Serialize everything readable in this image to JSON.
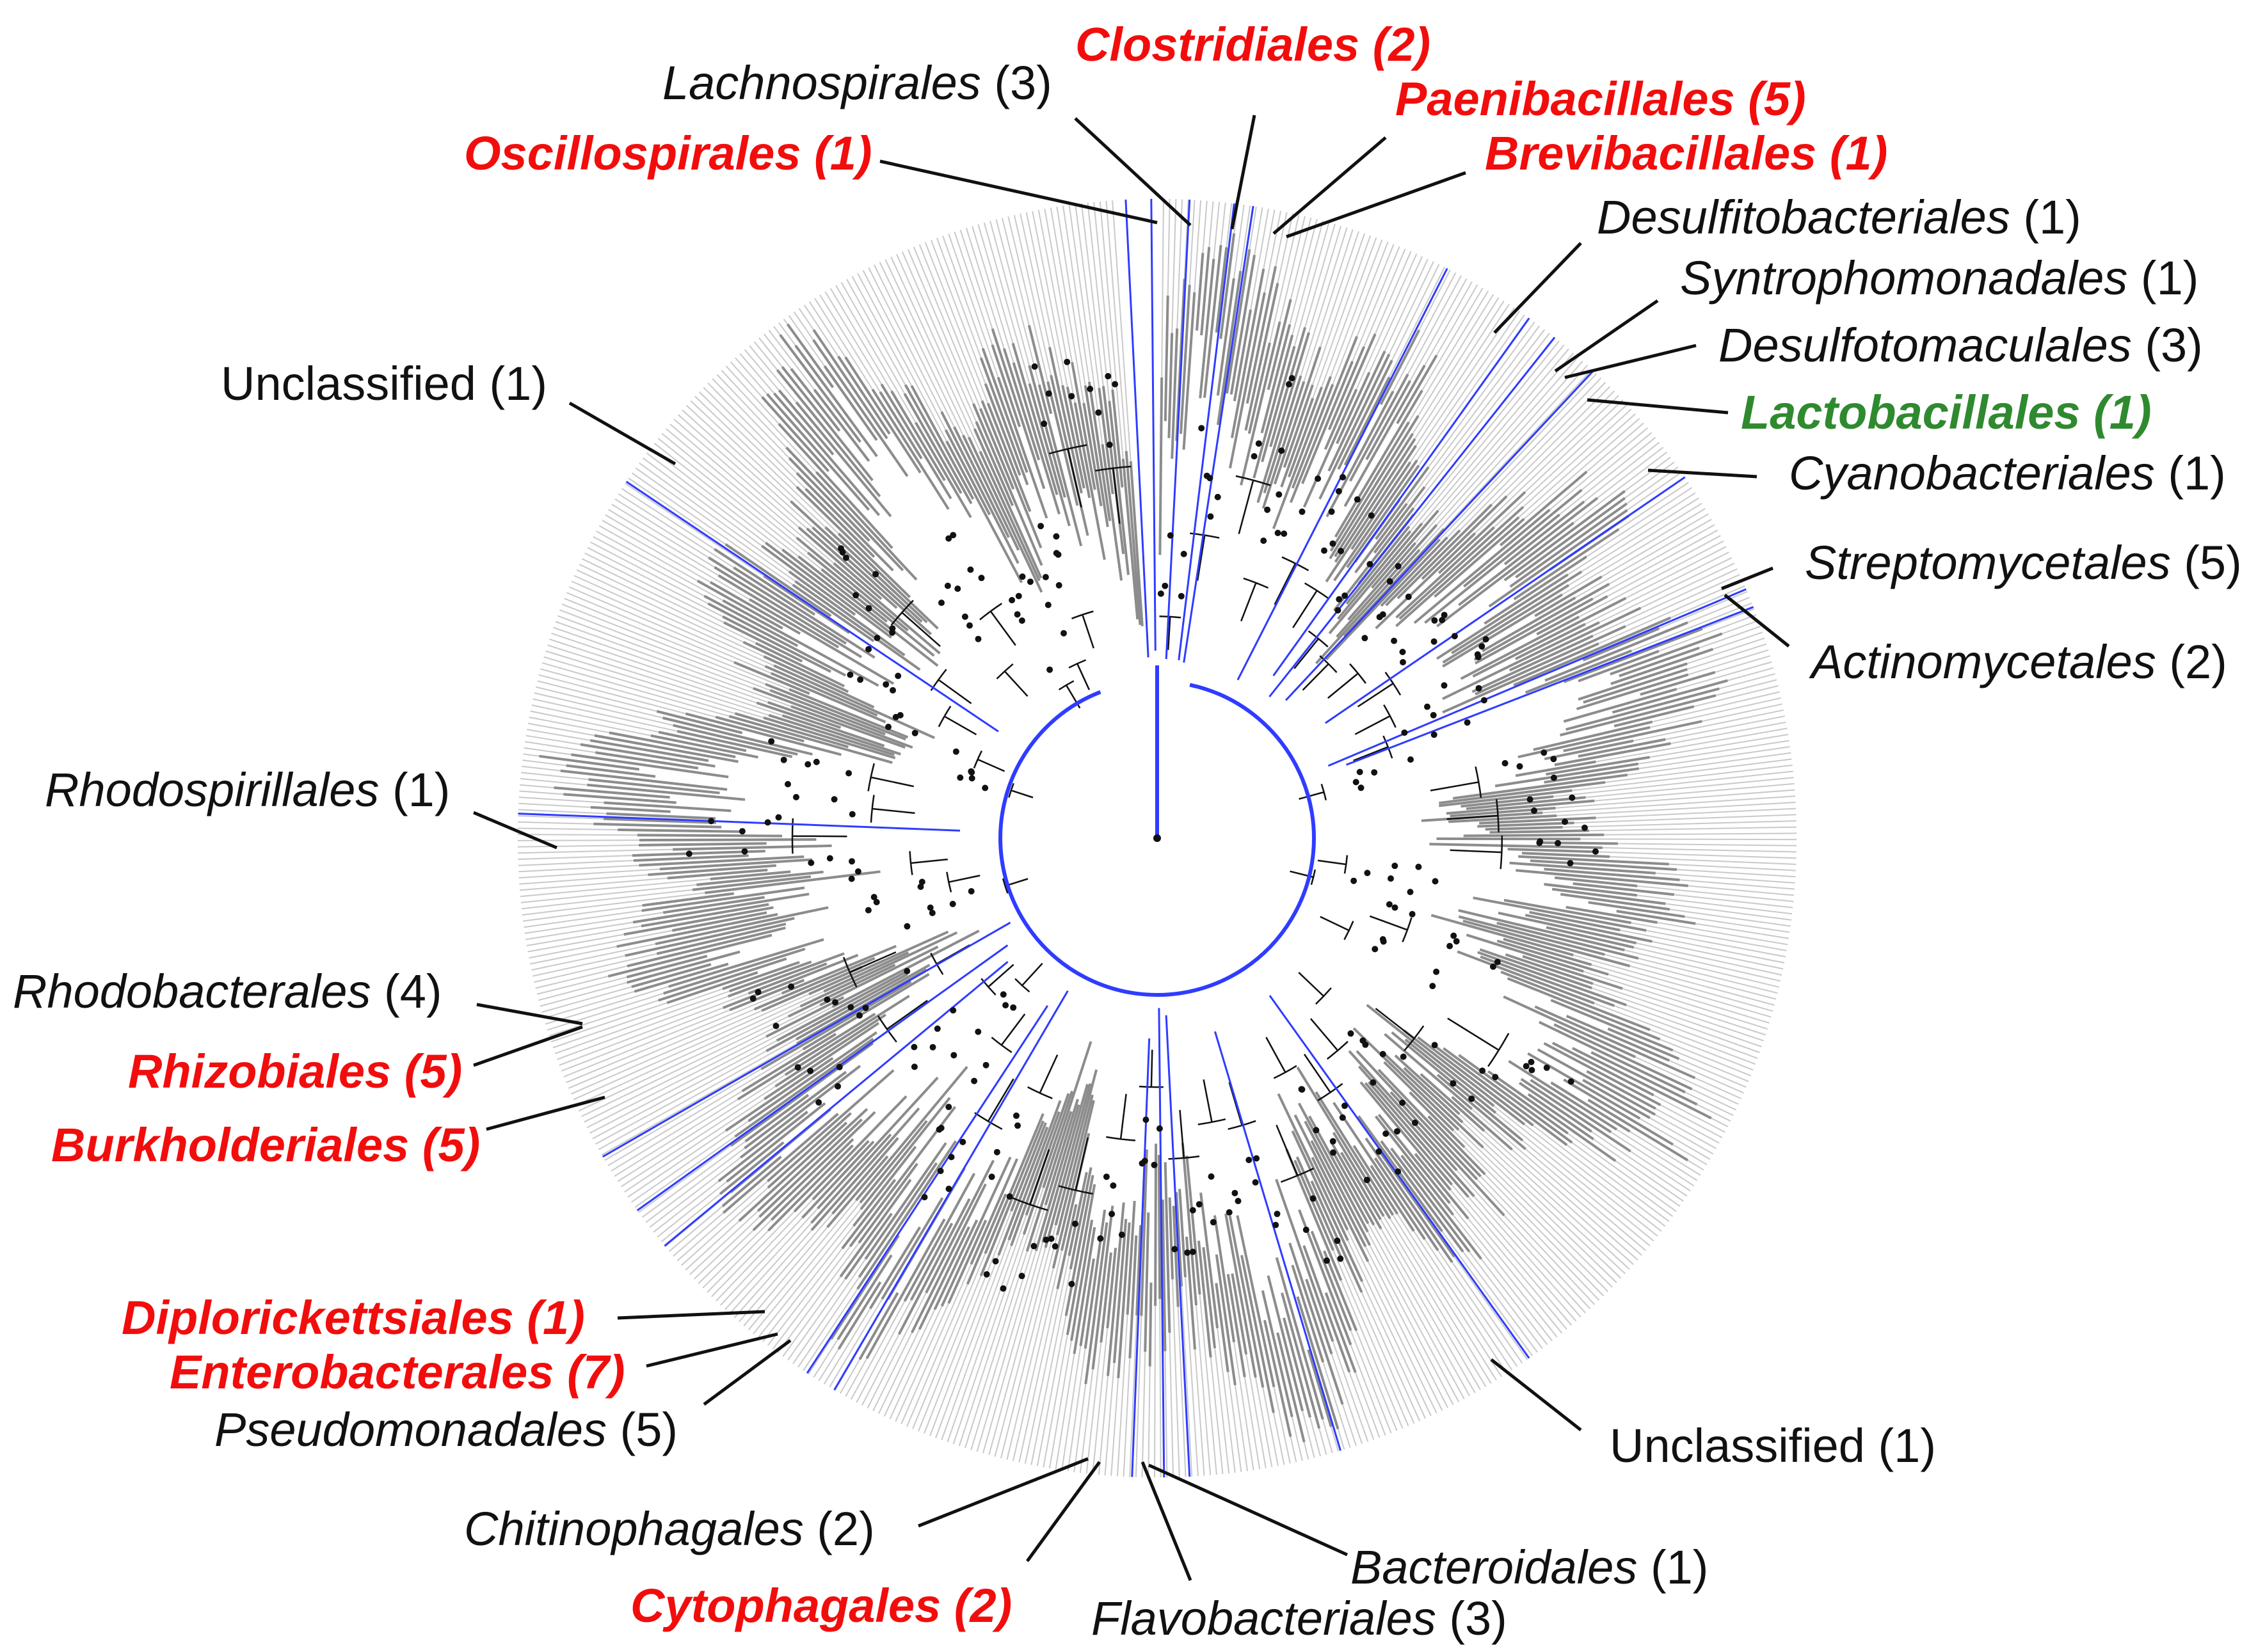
{
  "colors": {
    "highlight_red": "#f20d0d",
    "highlight_green": "#2f8a2f",
    "text_black": "#111111",
    "branch_highlight": "#2f3cff",
    "branch_grey": "#8c8c8c",
    "leaf_line_grey": "#c9c9c9"
  },
  "labels": [
    {
      "id": "lachnospirales",
      "name": "Lachnospirales",
      "count": "(3)",
      "style": "normal"
    },
    {
      "id": "clostridiales",
      "name": "Clostridiales",
      "count": "(2)",
      "style": "red"
    },
    {
      "id": "paenibacillales",
      "name": "Paenibacillales",
      "count": "(5)",
      "style": "red"
    },
    {
      "id": "oscillospirales",
      "name": "Oscillospirales",
      "count": "(1)",
      "style": "red"
    },
    {
      "id": "brevibacillales",
      "name": "Brevibacillales",
      "count": "(1)",
      "style": "red"
    },
    {
      "id": "desulfitobacteriales",
      "name": "Desulfitobacteriales",
      "count": "(1)",
      "style": "normal"
    },
    {
      "id": "syntrophomonadales",
      "name": "Syntrophomonadales",
      "count": "(1)",
      "style": "normal"
    },
    {
      "id": "desulfotomaculales",
      "name": "Desulfotomaculales",
      "count": "(3)",
      "style": "normal"
    },
    {
      "id": "lactobacillales",
      "name": "Lactobacillales",
      "count": "(1)",
      "style": "green"
    },
    {
      "id": "cyanobacteriales",
      "name": "Cyanobacteriales",
      "count": "(1)",
      "style": "normal"
    },
    {
      "id": "streptomycetales",
      "name": "Streptomycetales",
      "count": "(5)",
      "style": "normal"
    },
    {
      "id": "actinomycetales",
      "name": "Actinomycetales",
      "count": "(2)",
      "style": "normal"
    },
    {
      "id": "unclassified-top",
      "name": "Unclassified",
      "count": "(1)",
      "style": "upright"
    },
    {
      "id": "rhodospirillales",
      "name": "Rhodospirillales",
      "count": "(1)",
      "style": "normal"
    },
    {
      "id": "rhodobacterales",
      "name": "Rhodobacterales",
      "count": "(4)",
      "style": "normal"
    },
    {
      "id": "rhizobiales",
      "name": "Rhizobiales",
      "count": "(5)",
      "style": "red"
    },
    {
      "id": "burkholderiales",
      "name": "Burkholderiales",
      "count": "(5)",
      "style": "red"
    },
    {
      "id": "diplorickettsiales",
      "name": "Diplorickettsiales",
      "count": "(1)",
      "style": "red"
    },
    {
      "id": "enterobacterales",
      "name": "Enterobacterales",
      "count": "(7)",
      "style": "red"
    },
    {
      "id": "pseudomonadales",
      "name": "Pseudomonadales",
      "count": "(5)",
      "style": "normal"
    },
    {
      "id": "unclassified-bottom",
      "name": "Unclassified",
      "count": "(1)",
      "style": "upright"
    },
    {
      "id": "chitinophagales",
      "name": "Chitinophagales",
      "count": "(2)",
      "style": "normal"
    },
    {
      "id": "bacteroidales",
      "name": "Bacteroidales",
      "count": "(1)",
      "style": "normal"
    },
    {
      "id": "cytophagales",
      "name": "Cytophagales",
      "count": "(2)",
      "style": "red"
    },
    {
      "id": "flavobacteriales",
      "name": "Flavobacteriales",
      "count": "(3)",
      "style": "normal"
    }
  ]
}
